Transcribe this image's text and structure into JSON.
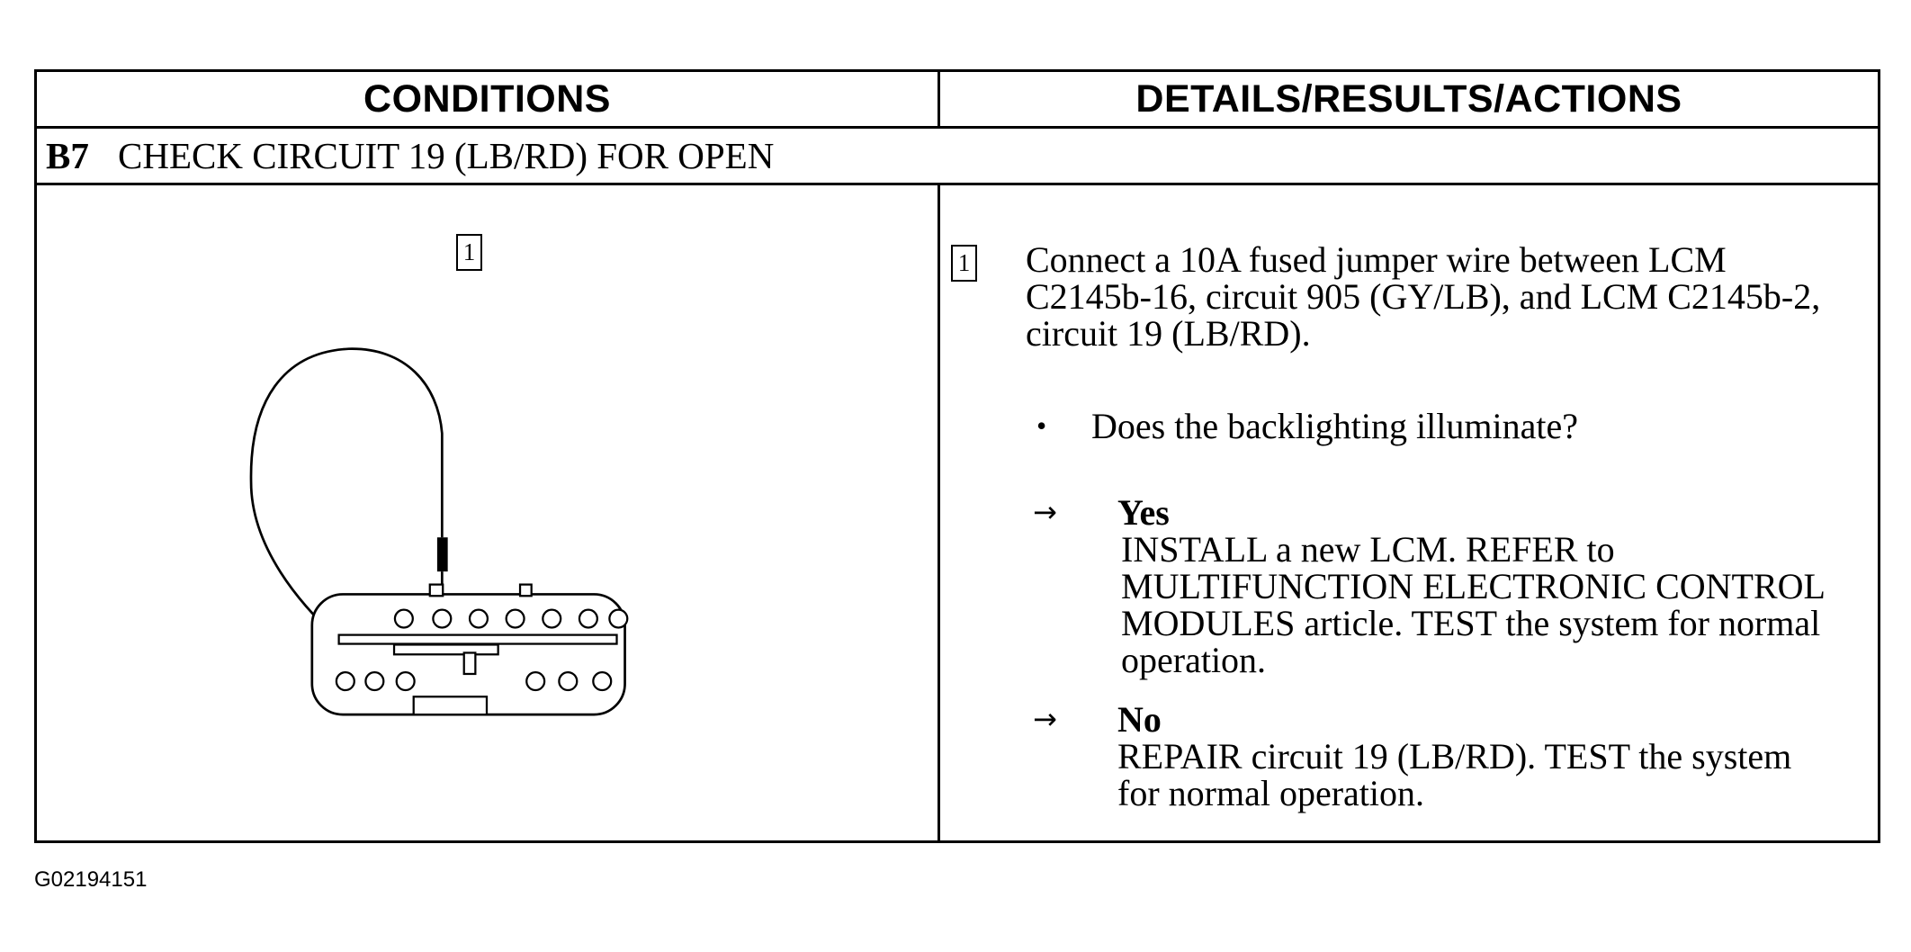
{
  "table": {
    "header_left": "CONDITIONS",
    "header_right": "DETAILS/RESULTS/ACTIONS",
    "step_id": "B7",
    "step_title": "CHECK CIRCUIT 19 (LB/RD) FOR OPEN"
  },
  "conditions": {
    "callout": "1"
  },
  "details": {
    "callout": "1",
    "instruction": "Connect a 10A fused jumper wire between LCM C2145b-16, circuit 905 (GY/LB), and LCM C2145b-2, circuit 19 (LB/RD).",
    "question": "Does the backlighting illuminate?",
    "yes_label": "Yes",
    "yes_action": "INSTALL a new LCM. REFER to MULTIFUNCTION ELECTRONIC CONTROL MODULES article. TEST the system for normal operation.",
    "no_label": "No",
    "no_action": "REPAIR circuit 19 (LB/RD). TEST the system for normal operation."
  },
  "figure_id": "G02194151"
}
